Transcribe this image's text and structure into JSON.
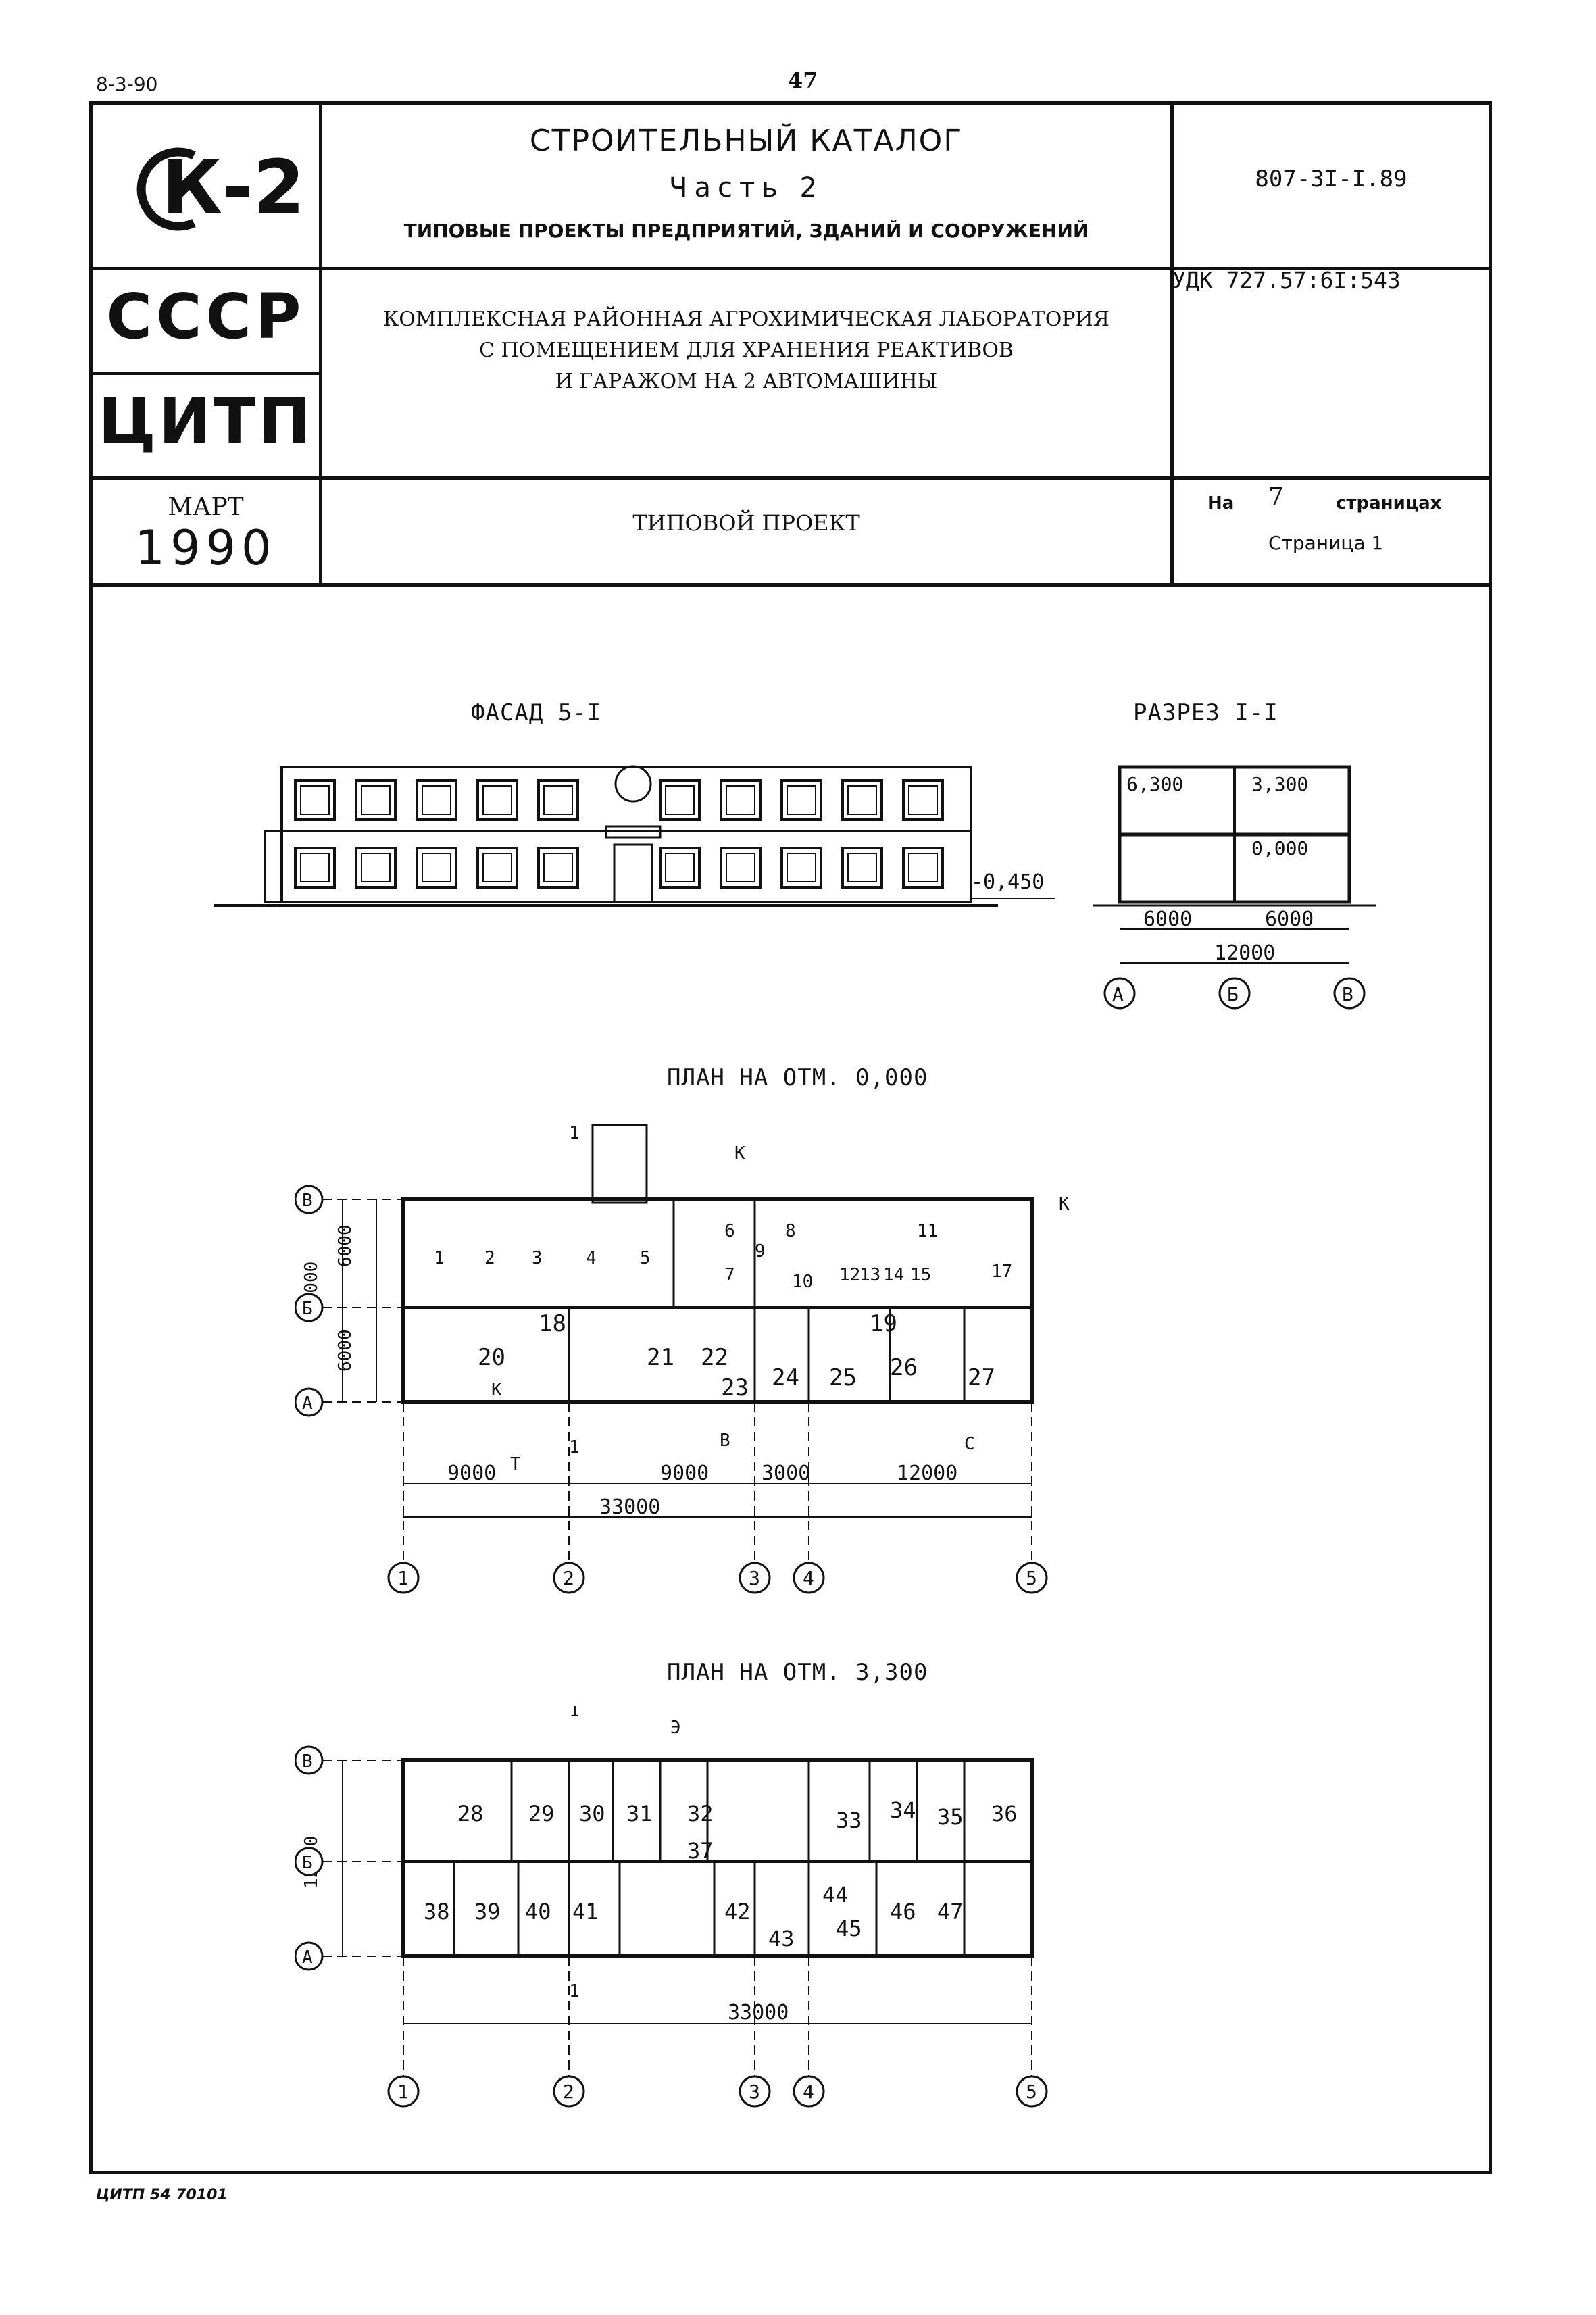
{
  "top_left_code": "8-3-90",
  "page_number": "47",
  "header": {
    "logo": "К-2",
    "catalog_title": "СТРОИТЕЛЬНЫЙ КАТАЛОГ",
    "part": "Часть 2",
    "section": "ТИПОВЫЕ ПРОЕКТЫ ПРЕДПРИЯТИЙ, ЗДАНИЙ И СООРУЖЕНИЙ",
    "project_code": "807-3I-I.89",
    "country": "СССР",
    "org": "ЦИТП",
    "udc": "УДК 727.57:6I:543",
    "project_title_lines": [
      "КОМПЛЕКСНАЯ РАЙОННАЯ АГРОХИМИЧЕСКАЯ ЛАБОРАТОРИЯ",
      "С ПОМЕЩЕНИЕМ ДЛЯ ХРАНЕНИЯ РЕАКТИВОВ",
      "И ГАРАЖОМ НА 2 АВТОМАШИНЫ"
    ],
    "month": "МАРТ",
    "year": "1990",
    "doc_type": "ТИПОВОЙ ПРОЕКТ",
    "pages_prefix": "На",
    "pages_count": "7",
    "pages_suffix": "страницах",
    "page_label": "Страница 1"
  },
  "drawings": {
    "facade_title": "ФАСАД 5-I",
    "section_title": "РАЗРЕЗ I-I",
    "section": {
      "levels": [
        "6,300",
        "3,300",
        "0,000",
        "-0,450"
      ],
      "dims": [
        "6000",
        "6000",
        "12000"
      ],
      "axes": [
        "А",
        "Б",
        "В"
      ]
    },
    "plan1": {
      "title": "ПЛАН НА ОТМ. 0,000",
      "rows": [
        "В",
        "Б",
        "А"
      ],
      "cols": [
        "1",
        "2",
        "3",
        "4",
        "5"
      ],
      "dims_bottom": [
        "9000",
        "9000",
        "3000",
        "12000"
      ],
      "dim_total": "33000",
      "dims_left": [
        "6000",
        "6000",
        "12000"
      ],
      "rooms": [
        "6",
        "7",
        "8",
        "11",
        "18",
        "19",
        "20",
        "21",
        "22",
        "23",
        "24",
        "25",
        "26",
        "27",
        "17",
        "12",
        "13",
        "14",
        "15",
        "10",
        "9",
        "3",
        "4",
        "5",
        "2",
        "1"
      ],
      "markers": [
        "К",
        "К",
        "К",
        "С",
        "Т",
        "В",
        "1",
        "1"
      ]
    },
    "plan2": {
      "title": "ПЛАН НА ОТМ. 3,300",
      "rows": [
        "В",
        "Б",
        "А"
      ],
      "cols": [
        "1",
        "2",
        "3",
        "4",
        "5"
      ],
      "dim_total": "33000",
      "dim_left": "12000",
      "rooms": [
        "28",
        "29",
        "30",
        "31",
        "32",
        "33",
        "34",
        "35",
        "36",
        "37",
        "38",
        "39",
        "40",
        "41",
        "42",
        "43",
        "44",
        "45",
        "46",
        "47"
      ],
      "markers": [
        "1",
        "1",
        "Э"
      ]
    }
  },
  "footer_code": "ЦИТП 54 70101"
}
